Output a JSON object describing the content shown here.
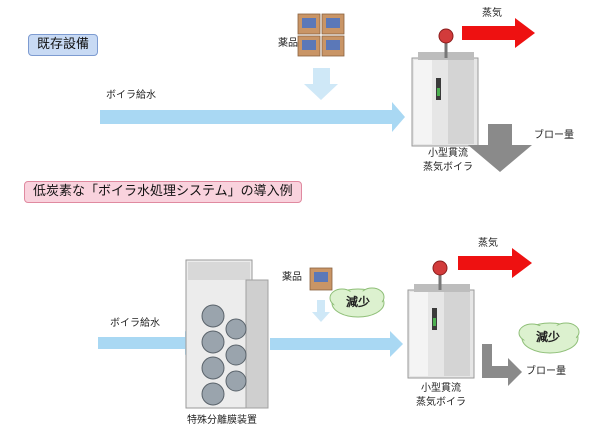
{
  "colors": {
    "flow_blue": "#a9d8f3",
    "steam_red": "#ee1111",
    "blow_gray": "#8a8a8a",
    "section_blue": "#c8daf4",
    "section_pink": "#f9d2dd",
    "cloud_green": "#dcf1cf"
  },
  "top": {
    "section_label": "既存設備",
    "chemicals": "薬品",
    "feed_water": "ボイラ給水",
    "steam": "蒸気",
    "blow": "ブロー量",
    "boiler_line1": "小型貫流",
    "boiler_line2": "蒸気ボイラ"
  },
  "bottom": {
    "section_label": "低炭素な「ボイラ水処理システム」の導入例",
    "chemicals": "薬品",
    "feed_water": "ボイラ給水",
    "reduce_chem": "減少",
    "reduce_blow": "減少",
    "steam": "蒸気",
    "blow": "ブロー量",
    "boiler_line1": "小型貫流",
    "boiler_line2": "蒸気ボイラ",
    "membrane": "特殊分離膜装置"
  }
}
